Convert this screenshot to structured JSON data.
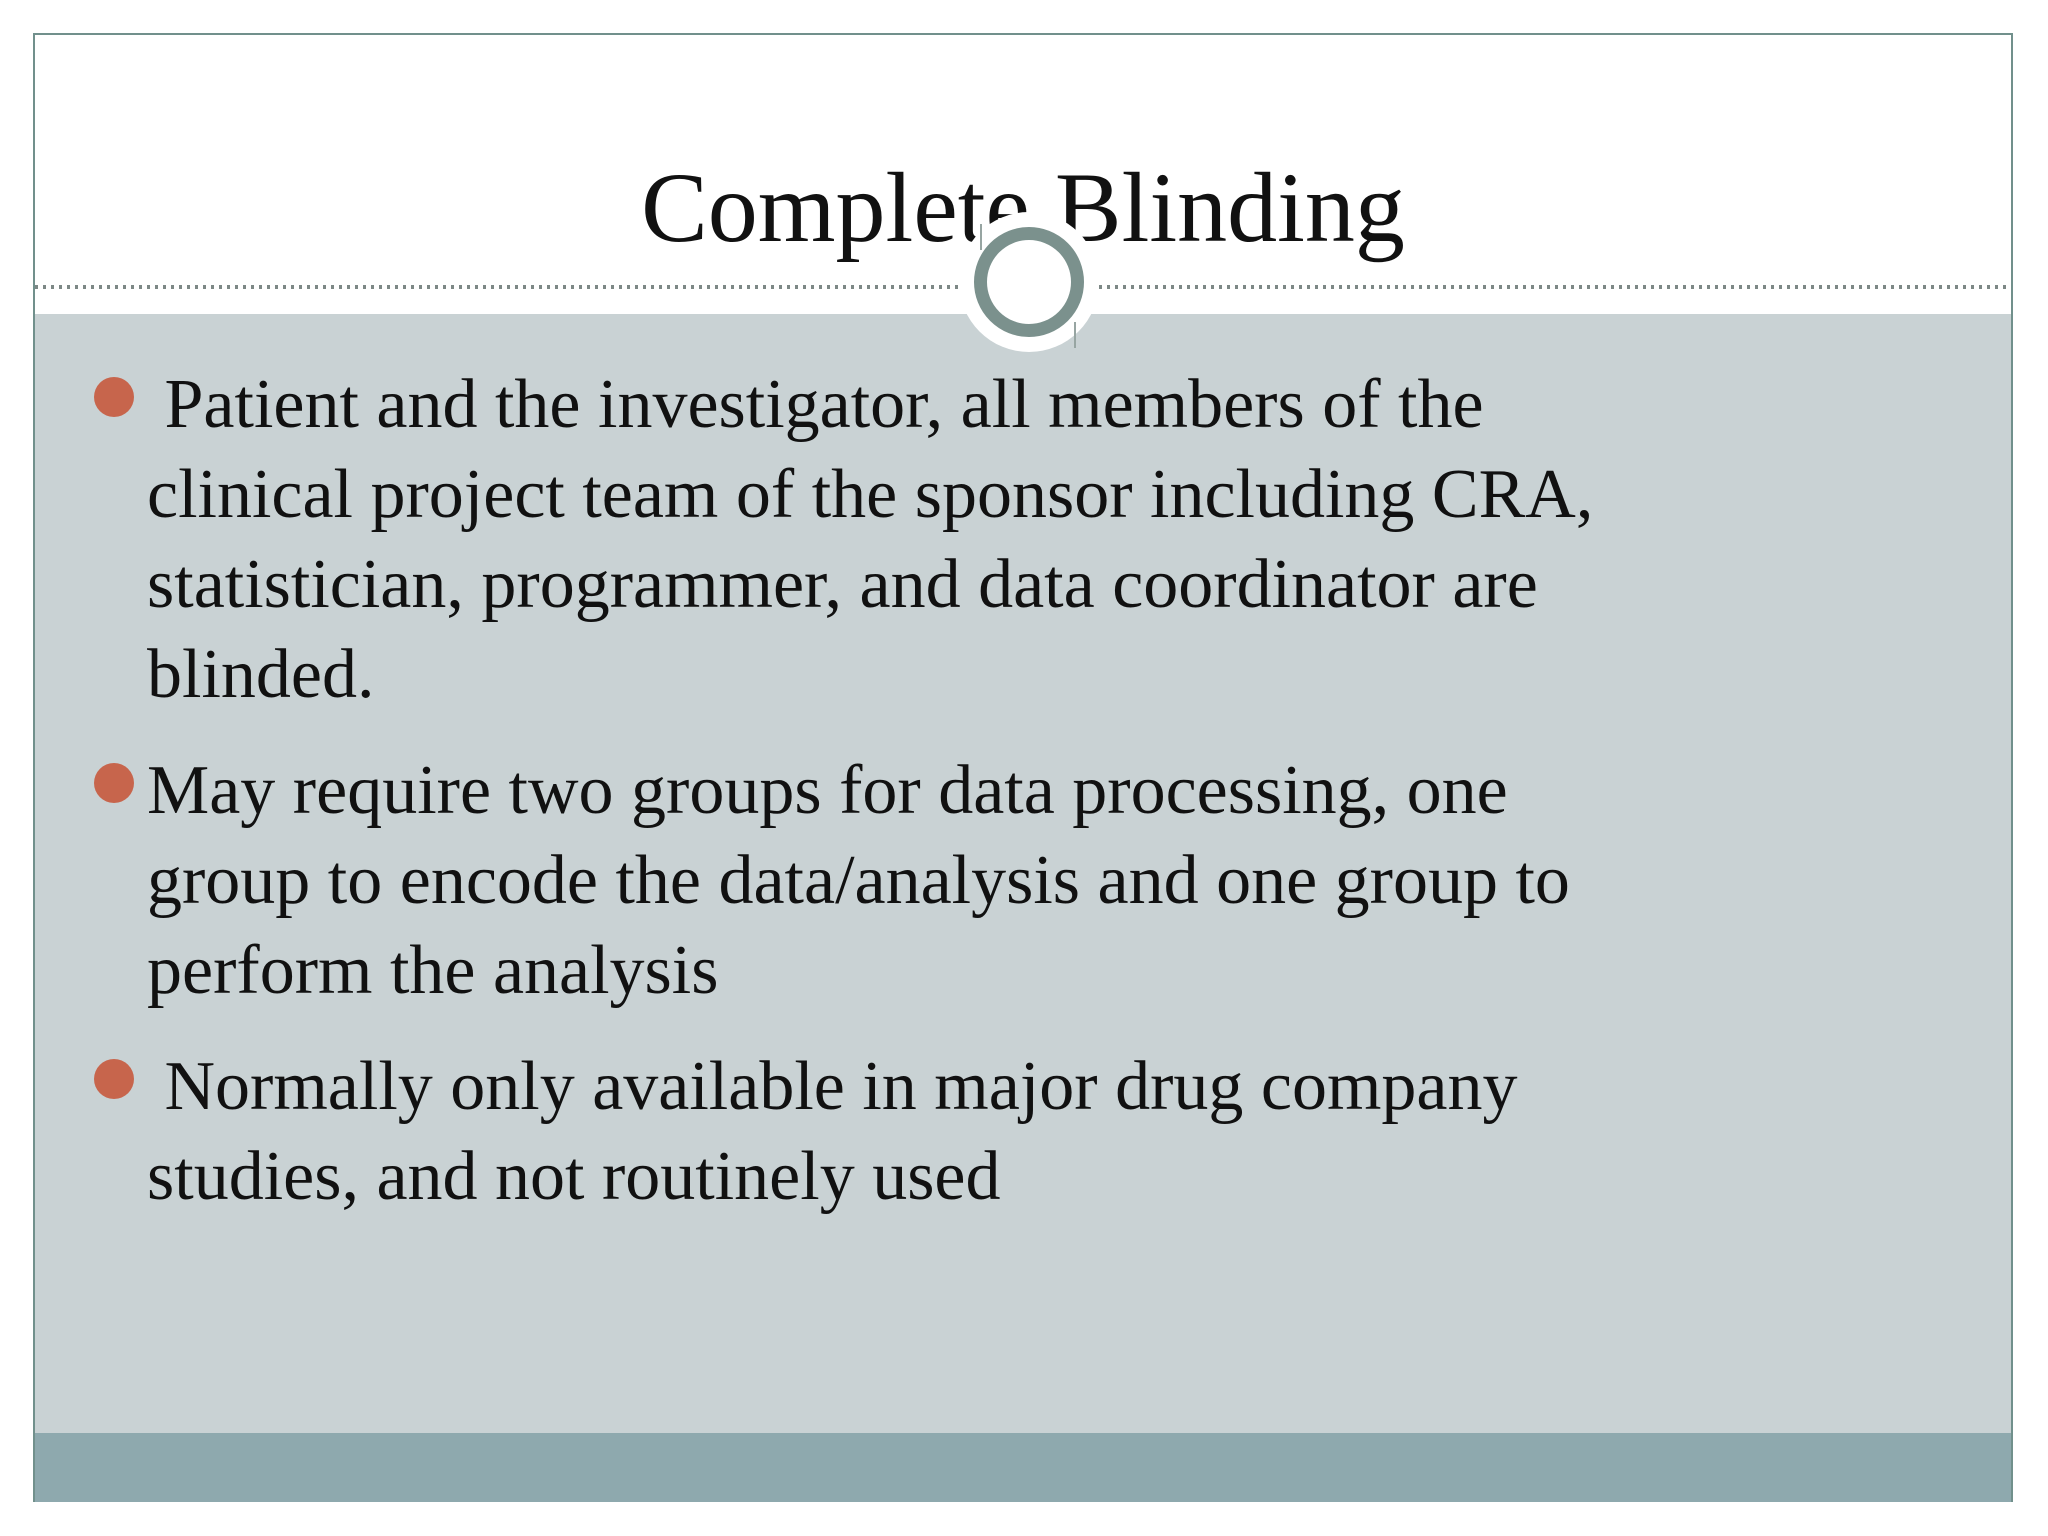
{
  "slide": {
    "title": "Complete Blinding",
    "bullets": [
      {
        "text": " Patient and the investigator, all members of the\nclinical project team of the sponsor including CRA,\nstatistician, programmer, and data coordinator are\nblinded."
      },
      {
        "text": "May require two groups for data processing, one\ngroup to encode the data/analysis and one group to\nperform the analysis"
      },
      {
        "text": " Normally only available in major drug company\nstudies, and not routinely used"
      }
    ],
    "colors": {
      "content_bg": "#c9d2d4",
      "footer_bg": "#8ea9ae",
      "bullet": "#c7654c",
      "ring": "#7b918d",
      "border": "#71908c",
      "dotted_line": "#7d8886",
      "text": "#111111",
      "tick": "#97a5a2"
    }
  }
}
